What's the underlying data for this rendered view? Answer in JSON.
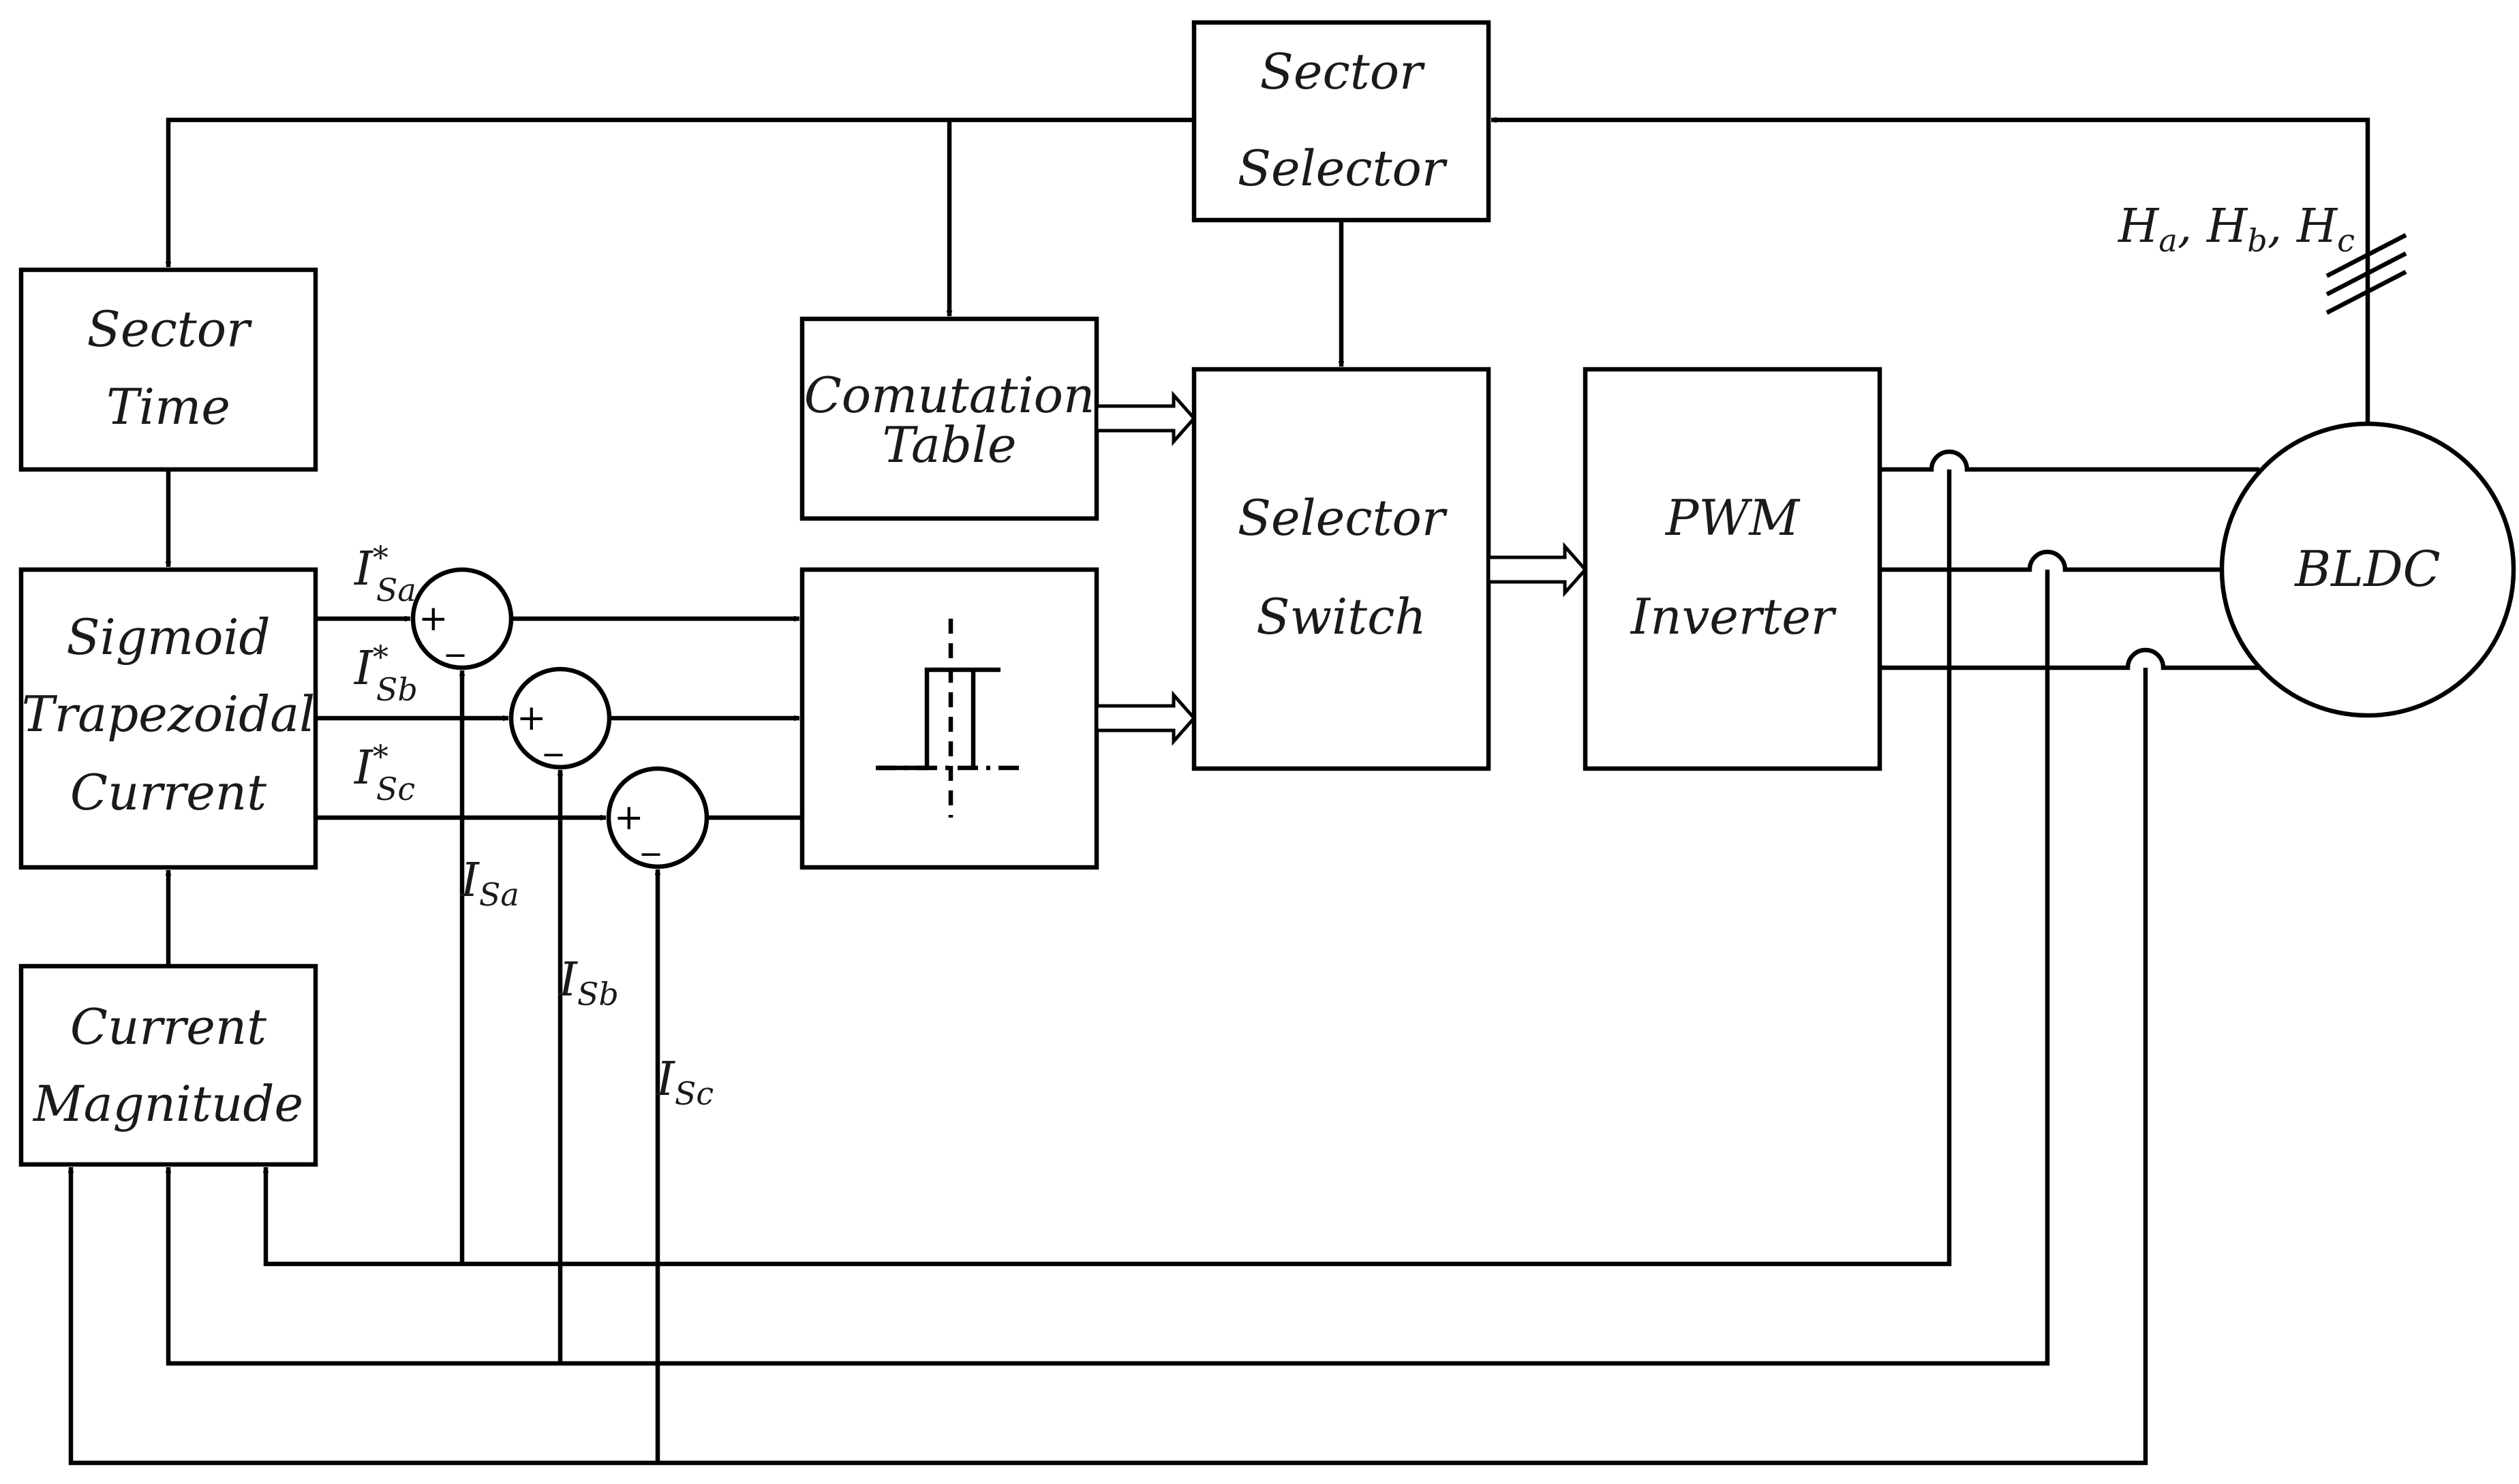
{
  "blocks": {
    "sector_selector": [
      "Sector",
      "Selector"
    ],
    "sector_time": [
      "Sector",
      "Time"
    ],
    "comutation_table": [
      "Comutation",
      "Table"
    ],
    "selector_switch": [
      "Selector",
      "Switch"
    ],
    "pwm_inverter": [
      "PWM",
      "Inverter"
    ],
    "bldc": "BLDC",
    "sigmoid_current": [
      "Sigmoid",
      "Trapezoidal",
      "Current"
    ],
    "current_magnitude": [
      "Current",
      "Magnitude"
    ]
  },
  "signals": {
    "hall": {
      "h1": "H",
      "s1": "a",
      "h2": ", H",
      "s2": "b",
      "h3": ", H",
      "s3": "c"
    },
    "ref_a": {
      "base": "I",
      "sup": "*",
      "sub": "Sa"
    },
    "ref_b": {
      "base": "I",
      "sup": "*",
      "sub": "Sb"
    },
    "ref_c": {
      "base": "I",
      "sup": "*",
      "sub": "Sc"
    },
    "meas_a": {
      "base": "I",
      "sub": "Sa"
    },
    "meas_b": {
      "base": "I",
      "sub": "Sb"
    },
    "meas_c": {
      "base": "I",
      "sub": "Sc"
    }
  },
  "summer_signs": {
    "plus": "+",
    "minus": "_"
  }
}
